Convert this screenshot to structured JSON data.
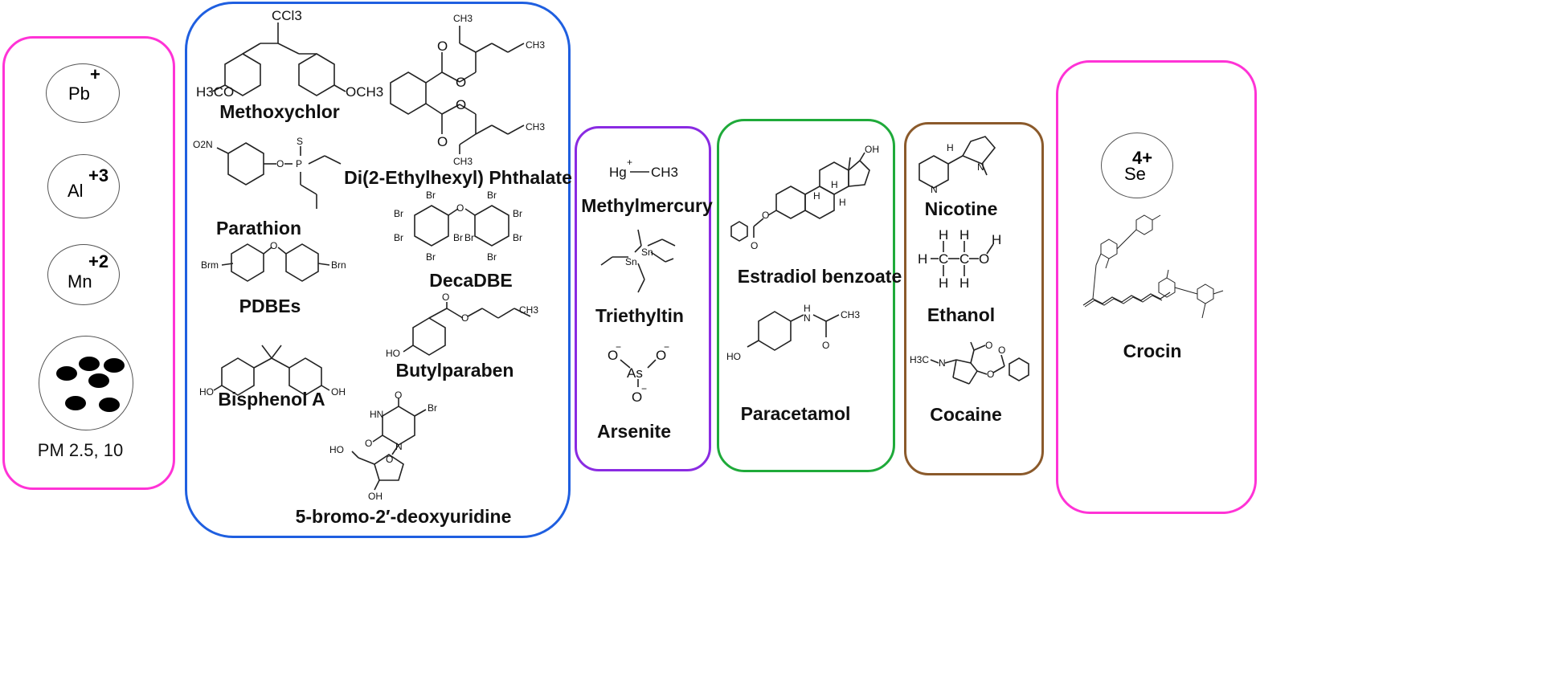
{
  "groups": {
    "metals": {
      "color": "#ff33d6",
      "pb": {
        "symbol": "Pb",
        "charge": "+"
      },
      "al": {
        "symbol": "Al",
        "charge": "+3"
      },
      "mn": {
        "symbol": "Mn",
        "charge": "+2"
      },
      "pm_label": "PM 2.5, 10"
    },
    "organics": {
      "color": "#1f5fe0",
      "methoxychlor": "Methoxychlor",
      "dehp": "Di(2-Ethylhexyl) Phthalate",
      "parathion": "Parathion",
      "decadbe": "DecaDBE",
      "pdbes": "PDBEs",
      "butylparaben": "Butylparaben",
      "bisphenol_a": "Bisphenol A",
      "brdu": "5-bromo-2′-deoxyuridine",
      "atoms": {
        "ccl3": "CCl3",
        "h3co": "H3CO",
        "och3": "OCH3",
        "ch3": "CH3",
        "o": "O",
        "s": "S",
        "p": "P",
        "no2": "O2N",
        "br": "Br",
        "brm": "Brm",
        "brn": "Brn",
        "ho": "HO",
        "oh": "OH",
        "hn": "HN",
        "n": "N"
      }
    },
    "metalorganics": {
      "color": "#8a2be2",
      "methylmercury": "Methylmercury",
      "triethyltin": "Triethyltin",
      "arsenite": "Arsenite",
      "atoms": {
        "hg": "Hg",
        "ch3": "CH3",
        "sn": "Sn",
        "as": "As",
        "o": "O"
      }
    },
    "drugs": {
      "color": "#1faa3a",
      "estradiol_benzoate": "Estradiol benzoate",
      "paracetamol": "Paracetamol",
      "atoms": {
        "oh": "OH",
        "o": "O",
        "h": "H",
        "ho": "HO",
        "n": "N",
        "ch3": "CH3"
      }
    },
    "recreational": {
      "color": "#8b5a2b",
      "nicotine": "Nicotine",
      "ethanol": "Ethanol",
      "cocaine": "Cocaine",
      "atoms": {
        "h": "H",
        "n": "N",
        "c": "C",
        "o": "O",
        "h3c": "H3C"
      }
    },
    "natural": {
      "color": "#ff33d6",
      "se": {
        "symbol": "Se",
        "charge": "4+"
      },
      "crocin": "Crocin"
    }
  }
}
